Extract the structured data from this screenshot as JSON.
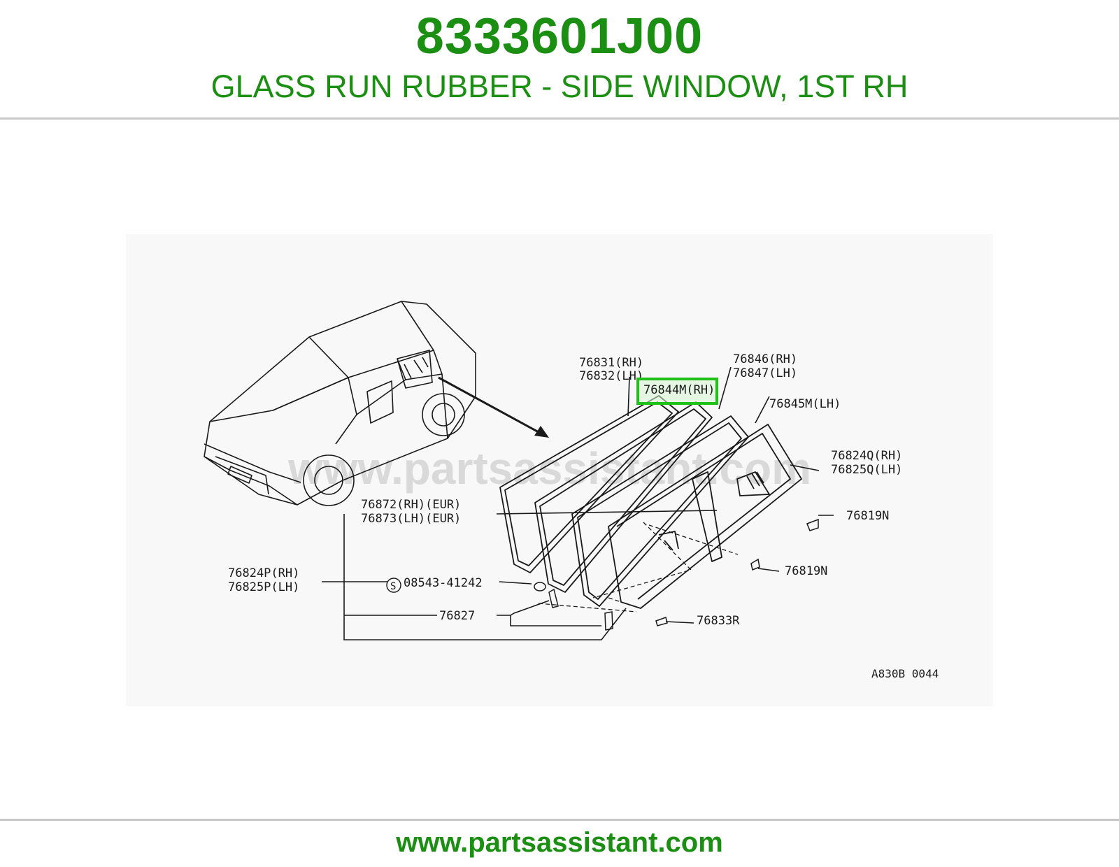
{
  "header": {
    "part_number": "8333601J00",
    "description": "GLASS RUN RUBBER - SIDE WINDOW, 1ST RH"
  },
  "diagram": {
    "watermark": "www.partsassistant.com",
    "callouts": {
      "c76831": "76831(RH)",
      "c76832": "76832(LH)",
      "c76846": "76846(RH)",
      "c76847": "76847(LH)",
      "c76844": "76844M(RH)",
      "c76845": "76845M(LH)",
      "c76824q": "76824Q(RH)",
      "c76825q": "76825Q(LH)",
      "c76819a": "76819N",
      "c76819b": "76819N",
      "c76872": "76872(RH)(EUR)",
      "c76873": "76873(LH)(EUR)",
      "c76824p": "76824P(RH)",
      "c76825p": "76825P(LH)",
      "screw_symbol": "S",
      "screw": "08543-41242",
      "c76827": "76827",
      "c76833": "76833R"
    },
    "figure_code": "A830B 0044",
    "highlight_color": "#22c01a"
  },
  "footer": {
    "url": "www.partsassistant.com"
  },
  "colors": {
    "brand_green": "#1a8f12",
    "line": "#1a1a1a",
    "rule": "#c8c8c8"
  }
}
